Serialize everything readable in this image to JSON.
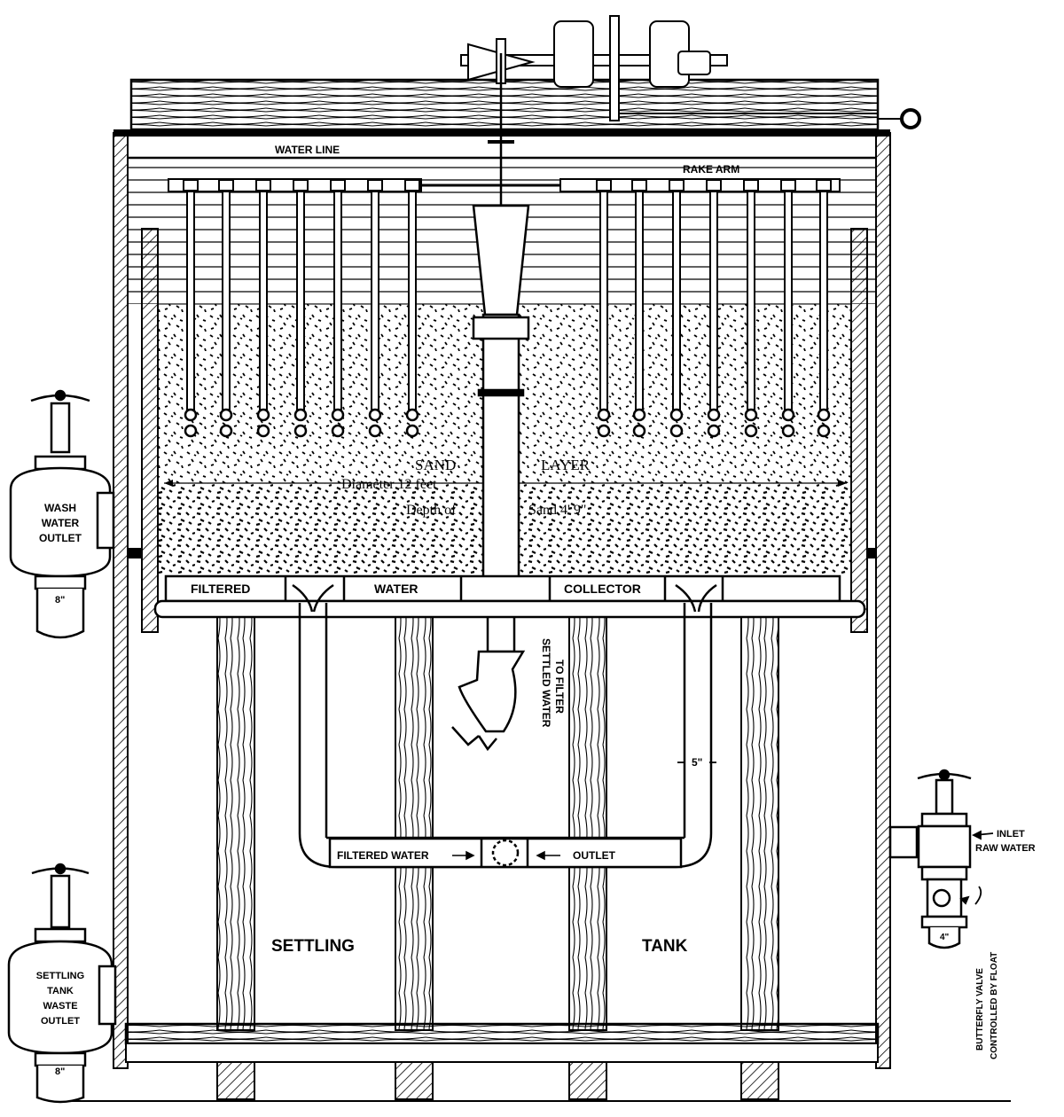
{
  "labels": {
    "water_line": "WATER LINE",
    "rake_arm": "RAKE ARM",
    "sand": "SAND",
    "layer": "LAYER",
    "diameter": "Diameter 12 feet",
    "depth_of": "Depth of",
    "sand_depth": "Sand 4' 9\"",
    "filtered": "FILTERED",
    "water": "WATER",
    "collector": "COLLECTOR",
    "settled_line1": "SETTLED WATER",
    "settled_line2": "TO FILTER",
    "five_inch": "5\"",
    "filtered_water": "FILTERED WATER",
    "outlet": "OUTLET",
    "settling": "SETTLING",
    "tank": "TANK",
    "wash_water_outlet": [
      "WASH",
      "WATER",
      "OUTLET"
    ],
    "settling_tank_waste_outlet": [
      "SETTLING",
      "TANK",
      "WASTE",
      "OUTLET"
    ],
    "eight_inch_top": "8\"",
    "eight_inch_bottom": "8\"",
    "inlet_raw_water": [
      "INLET",
      "RAW WATER"
    ],
    "butterfly_valve": [
      "BUTTERFLY VALVE",
      "CONTROLLED BY FLOAT"
    ],
    "four_inch": "4\""
  },
  "colors": {
    "ink": "#000000",
    "paper": "#ffffff"
  }
}
